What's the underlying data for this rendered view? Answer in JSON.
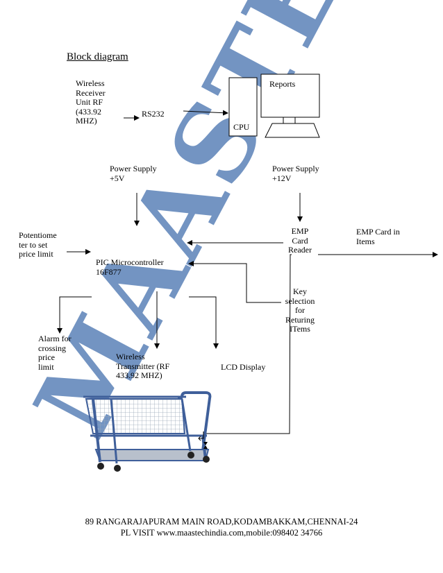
{
  "title": "Block diagram",
  "blocks": {
    "wireless_receiver": [
      "Wireless",
      "Receiver",
      "Unit RF",
      "(433.92",
      "MHZ)"
    ],
    "rs232": "RS232",
    "cpu": "CPU",
    "reports": "Reports",
    "power_5v": [
      "Power Supply",
      "+5V"
    ],
    "power_12v": [
      "Power Supply",
      "+12V"
    ],
    "potentiometer": [
      "Potentiome",
      "ter to set",
      "price limit"
    ],
    "pic": [
      "PIC Microcontroller",
      "16F877"
    ],
    "emp_reader": [
      "EMP",
      "Card",
      "Reader"
    ],
    "emp_card_items": [
      "EMP Card in",
      "Items"
    ],
    "key_selection": [
      "Key",
      "selection",
      "for",
      "Returing",
      "ITems"
    ],
    "alarm": [
      "Alarm for",
      "crossing",
      "price",
      "limit"
    ],
    "wireless_tx": [
      "Wireless",
      "Transmitter (RF",
      "433.92 MHZ)"
    ],
    "lcd": "LCD Display"
  },
  "watermark": "MAASTECH",
  "footer": {
    "line1": "89 RANGARAJAPURAM MAIN ROAD,KODAMBAKKAM,CHENNAI-24",
    "line2": "PL VISIT www.maastechindia.com,mobile:098402 34766"
  },
  "colors": {
    "watermark": "#5b82b8",
    "cart_frame": "#3f5f9a",
    "cart_wire": "#9aa6b6"
  }
}
